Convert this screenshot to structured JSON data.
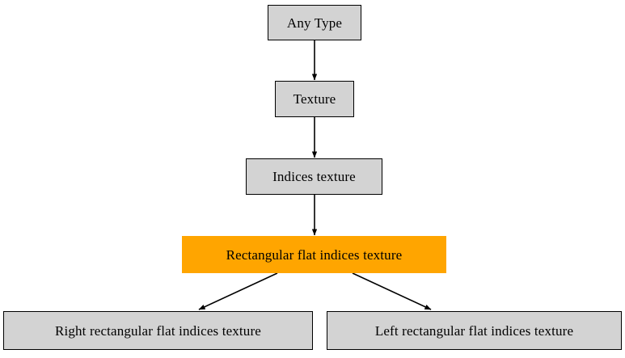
{
  "diagram": {
    "type": "type-hierarchy-tree",
    "orientation": "top-down",
    "background_color": "#ffffff",
    "node_fill_color": "#d3d3d3",
    "node_border_color": "#000000",
    "highlight_fill_color": "#ffa500",
    "edge_color": "#000000",
    "nodes": [
      {
        "id": "any-type",
        "label": "Any Type",
        "style": "gray"
      },
      {
        "id": "texture",
        "label": "Texture",
        "style": "gray"
      },
      {
        "id": "indices-texture",
        "label": "Indices texture",
        "style": "gray"
      },
      {
        "id": "rect-flat-indices",
        "label": "Rectangular flat indices texture",
        "style": "highlight"
      },
      {
        "id": "right-rect",
        "label": "Right rectangular flat indices texture",
        "style": "gray"
      },
      {
        "id": "left-rect",
        "label": "Left rectangular flat indices texture",
        "style": "gray"
      }
    ],
    "edges": [
      {
        "from": "any-type",
        "to": "texture",
        "arrow": "down"
      },
      {
        "from": "texture",
        "to": "indices-texture",
        "arrow": "down"
      },
      {
        "from": "indices-texture",
        "to": "rect-flat-indices",
        "arrow": "down"
      },
      {
        "from": "rect-flat-indices",
        "to": "right-rect",
        "arrow": "down-left"
      },
      {
        "from": "rect-flat-indices",
        "to": "left-rect",
        "arrow": "down-right"
      }
    ]
  }
}
